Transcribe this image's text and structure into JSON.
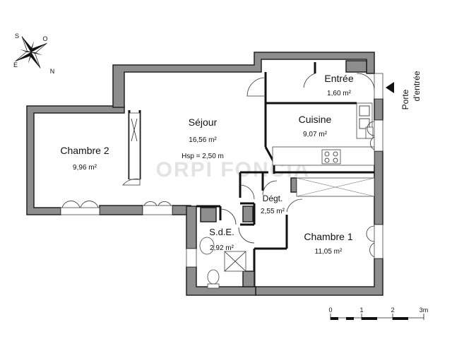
{
  "rooms": [
    {
      "name": "Séjour",
      "area": "16,56 m²",
      "extra": "Hsp = 2,50 m"
    },
    {
      "name": "Chambre 2",
      "area": "9,96 m²"
    },
    {
      "name": "Entrée",
      "area": "1,60 m²"
    },
    {
      "name": "Cuisine",
      "area": "9,07 m²"
    },
    {
      "name": "Dégt.",
      "area": "2,55 m²"
    },
    {
      "name": "S.d.E.",
      "area": "2,92 m²"
    },
    {
      "name": "Chambre 1",
      "area": "11,05 m²"
    }
  ],
  "entrance": {
    "line1": "Porte",
    "line2": "d'entrée"
  },
  "compass": {
    "labels": [
      "S",
      "O",
      "E",
      "N"
    ]
  },
  "scale": {
    "ticks": [
      "0",
      "1",
      "2",
      "3m"
    ]
  },
  "watermark": "ORPI FONCIA"
}
